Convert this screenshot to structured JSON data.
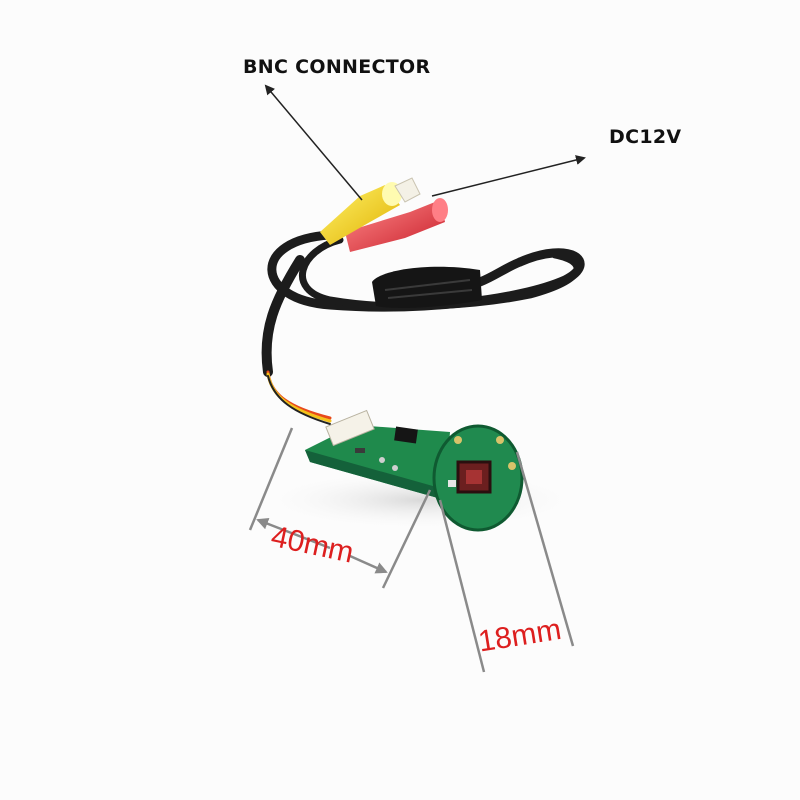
{
  "callouts": {
    "bnc_connector": "BNC CONNECTOR",
    "dc_power": "DC12V"
  },
  "dimensions": {
    "length": "40mm",
    "diameter": "18mm"
  },
  "colors": {
    "cable": "#1c1c1c",
    "bnc_plug": "#f0d21a",
    "power_plug": "#e2343a",
    "pcb": "#1f8a4c",
    "dimension_text": "#dd1f1f",
    "arrow": "#222222"
  }
}
